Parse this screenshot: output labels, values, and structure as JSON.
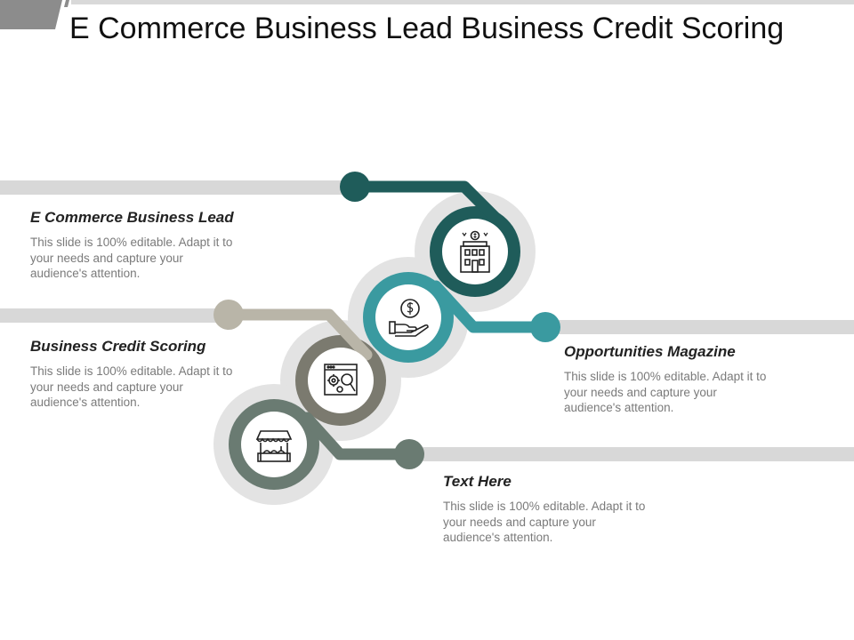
{
  "slide": {
    "title": "E Commerce Business Lead Business Credit Scoring"
  },
  "colors": {
    "dark_teal": "#1f5c5a",
    "teal": "#3a9aa0",
    "taupe": "#7b7a6f",
    "taupe_light": "#b9b5a8",
    "slate": "#6a7b72",
    "grey_band": "#d8d8d8",
    "halo": "#e3e3e3"
  },
  "items": [
    {
      "heading": "E Commerce Business Lead",
      "body": "This slide is 100% editable. Adapt it to your needs and capture your audience's attention.",
      "icon": "building-icon"
    },
    {
      "heading": "Business Credit Scoring",
      "body": "This slide is 100% editable. Adapt it to your needs and capture your audience's attention.",
      "icon": "web-settings-search-icon"
    },
    {
      "heading": "Opportunities Magazine",
      "body": "This slide is 100% editable. Adapt it to your needs and capture your audience's attention.",
      "icon": "hand-coin-icon"
    },
    {
      "heading": "Text Here",
      "body": "This slide is 100% editable. Adapt it to your needs and capture your audience's attention.",
      "icon": "market-stall-icon"
    }
  ]
}
